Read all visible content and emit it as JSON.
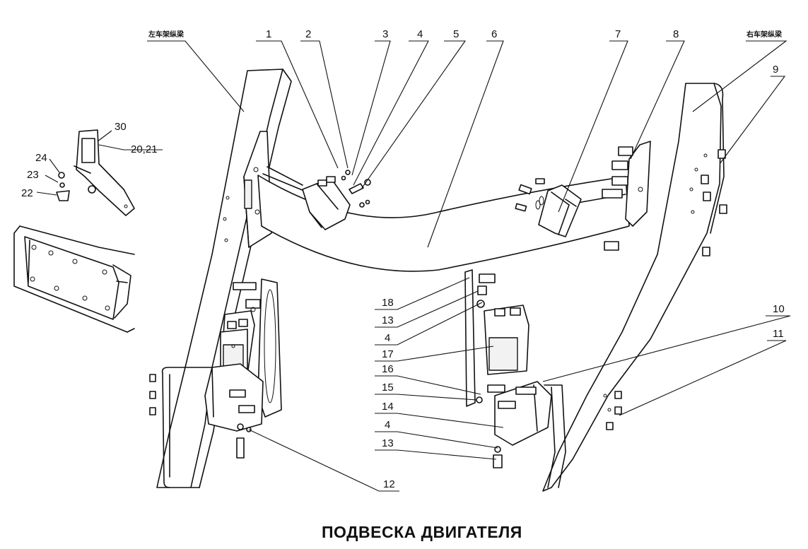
{
  "title": "ПОДВЕСКА ДВИГАТЕЛЯ",
  "frame_labels": {
    "left": "左车架纵梁",
    "right": "右车架纵梁"
  },
  "callouts": {
    "c1": "1",
    "c2": "2",
    "c3": "3",
    "c4": "4",
    "c5": "5",
    "c6": "6",
    "c7": "7",
    "c8": "8",
    "c9": "9",
    "c10": "10",
    "c11": "11",
    "c12": "12",
    "c13a": "13",
    "c4b": "4",
    "c17": "17",
    "c18": "18",
    "c16": "16",
    "c15": "15",
    "c14": "14",
    "c4c": "4",
    "c13b": "13",
    "c30": "30",
    "c2021": "20,21",
    "c24": "24",
    "c23": "23",
    "c22": "22"
  }
}
